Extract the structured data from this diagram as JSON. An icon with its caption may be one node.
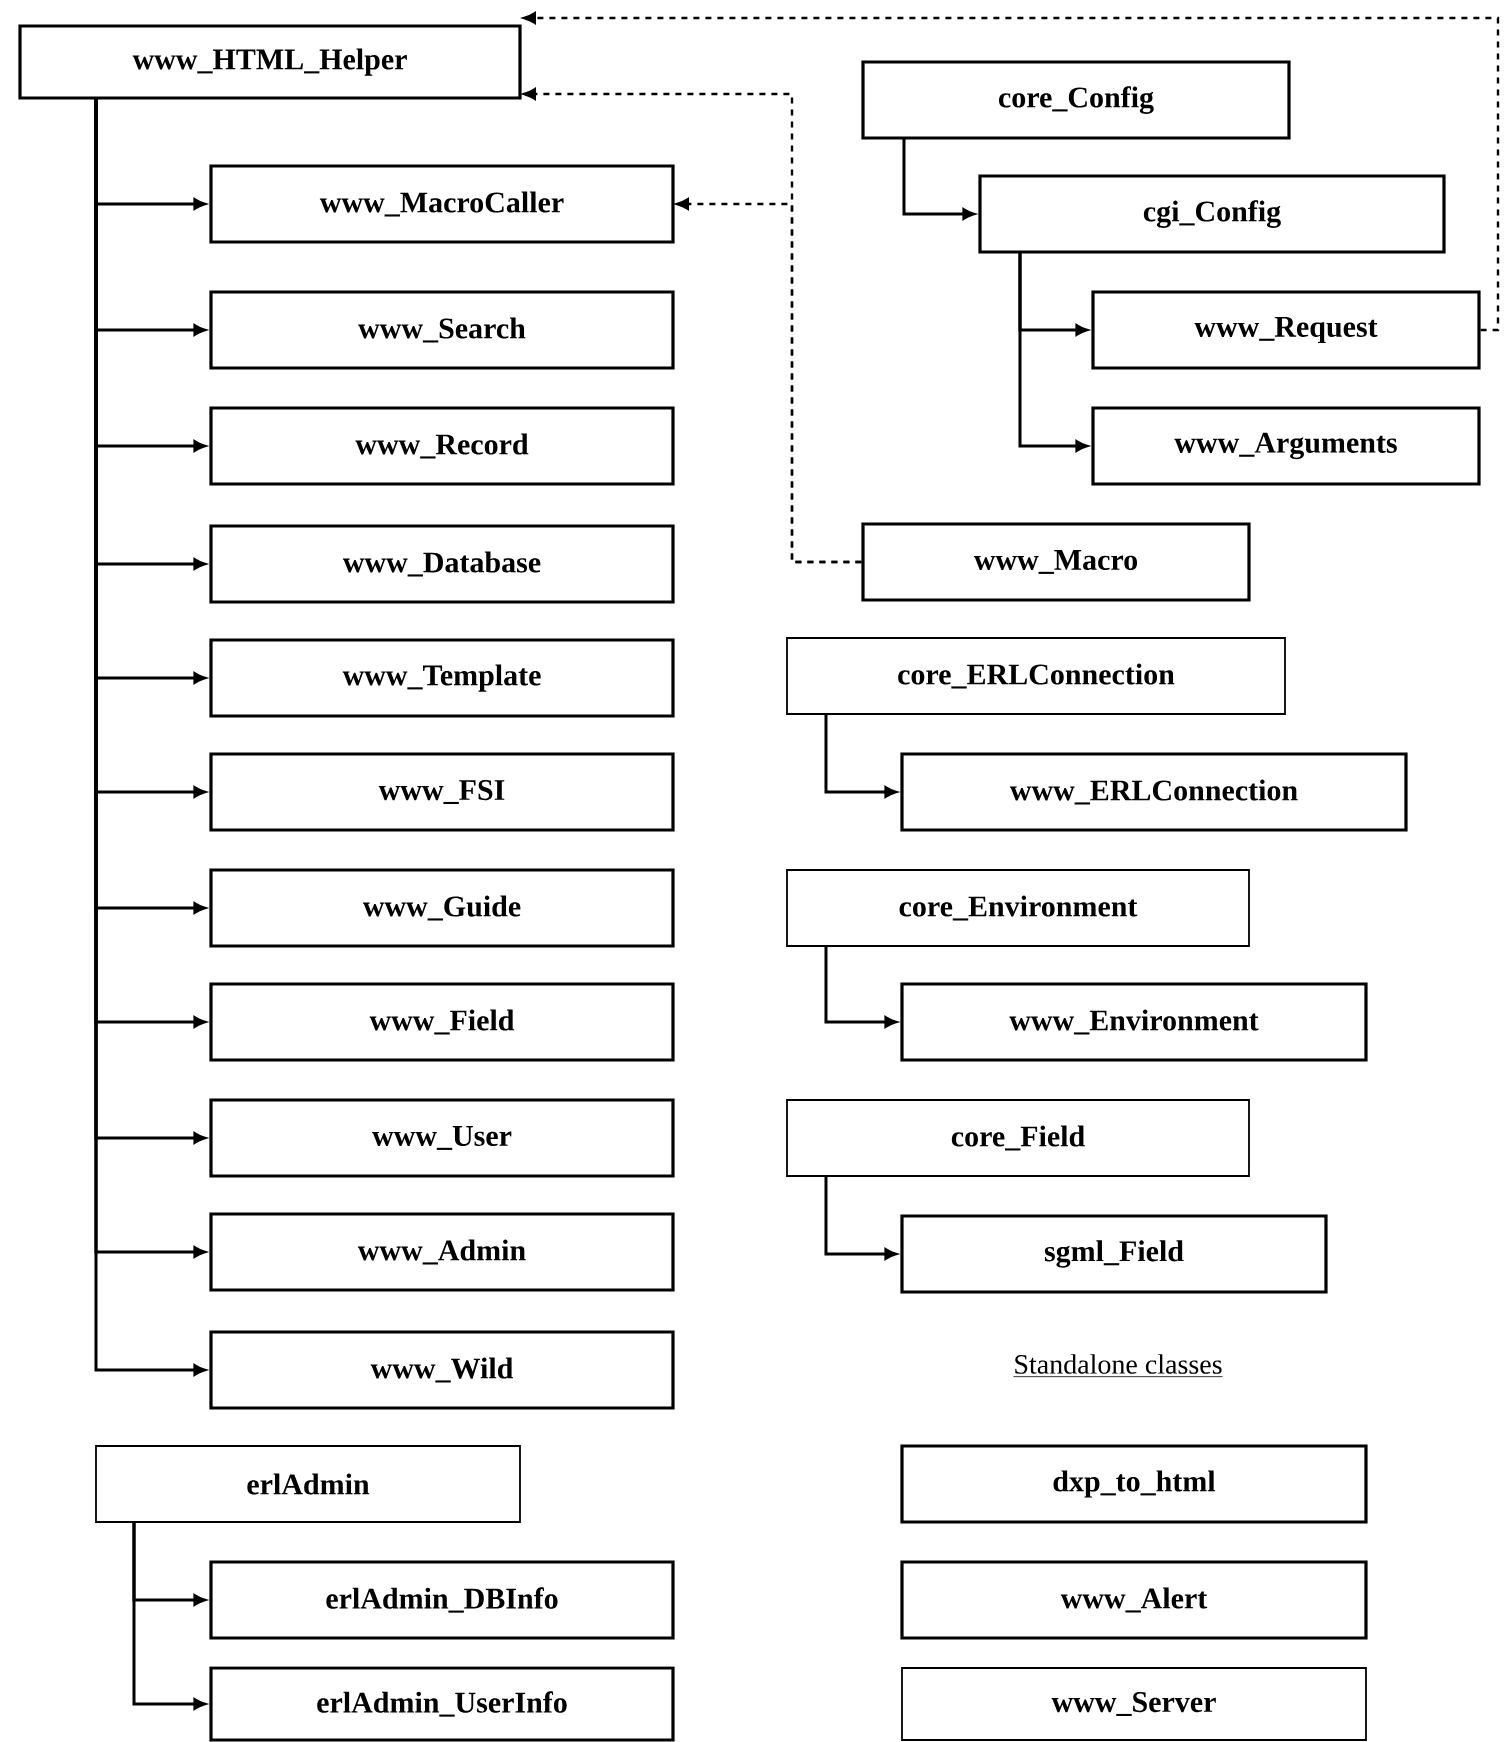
{
  "diagram": {
    "nodes": [
      {
        "text": [
          "www_HTML_Helper"
        ]
      },
      {
        "text": [
          "www_MacroCaller"
        ]
      },
      {
        "text": [
          "www_Search"
        ]
      },
      {
        "text": [
          "www_Record"
        ]
      },
      {
        "text": [
          "www_Database"
        ]
      },
      {
        "text": [
          "www_Template"
        ]
      },
      {
        "text": [
          "www_FSI"
        ]
      },
      {
        "text": [
          "www_Guide"
        ]
      },
      {
        "text": [
          "www_Field"
        ]
      },
      {
        "text": [
          "www_User"
        ]
      },
      {
        "text": [
          "www_Admin"
        ]
      },
      {
        "text": [
          "www_Wild"
        ]
      },
      {
        "text": [
          "core_Config"
        ]
      },
      {
        "text": [
          "cgi_Config"
        ]
      },
      {
        "text": [
          "www_Request"
        ]
      },
      {
        "text": [
          "www_Arguments"
        ]
      },
      {
        "text": [
          "www_Macro"
        ]
      },
      {
        "text": [
          "core_ERLConnection"
        ]
      },
      {
        "text": [
          "www_ERLConnection"
        ]
      },
      {
        "text": [
          "core_Environment"
        ]
      },
      {
        "text": [
          "www_Environment"
        ]
      },
      {
        "text": [
          "core_Field"
        ]
      },
      {
        "text": [
          "sgml_Field"
        ]
      },
      {
        "text": [
          "erlAdmin"
        ]
      },
      {
        "text": [
          "erlAdmin_DBInfo"
        ]
      },
      {
        "text": [
          "erlAdmin_UserInfo"
        ]
      },
      {
        "text": [
          "dxp_to_html"
        ]
      },
      {
        "text": [
          "www_Alert"
        ]
      },
      {
        "text": [
          "www_Server"
        ]
      }
    ],
    "edges": [
      {
        "from": 0,
        "to": 1,
        "arrow": "to"
      },
      {
        "from": 0,
        "to": 2,
        "arrow": "to"
      },
      {
        "from": 0,
        "to": 3,
        "arrow": "to"
      },
      {
        "from": 0,
        "to": 4,
        "arrow": "to"
      },
      {
        "from": 0,
        "to": 5,
        "arrow": "to"
      },
      {
        "from": 0,
        "to": 6,
        "arrow": "to"
      },
      {
        "from": 0,
        "to": 7,
        "arrow": "to"
      },
      {
        "from": 0,
        "to": 8,
        "arrow": "to"
      },
      {
        "from": 0,
        "to": 9,
        "arrow": "to"
      },
      {
        "from": 0,
        "to": 10,
        "arrow": "to"
      },
      {
        "from": 0,
        "to": 11,
        "arrow": "to"
      },
      {
        "from": 12,
        "to": 13,
        "arrow": "to"
      },
      {
        "from": 13,
        "to": 14,
        "arrow": "to"
      },
      {
        "from": 13,
        "to": 15,
        "arrow": "to"
      },
      {
        "from": 17,
        "to": 18,
        "arrow": "to"
      },
      {
        "from": 19,
        "to": 20,
        "arrow": "to"
      },
      {
        "from": 21,
        "to": 22,
        "arrow": "to"
      },
      {
        "from": 23,
        "to": 24,
        "arrow": "to"
      },
      {
        "from": 23,
        "to": 25,
        "arrow": "to"
      },
      {
        "from": 14,
        "to": 0,
        "arrow": "to",
        "style": "dashed"
      },
      {
        "from": 16,
        "to": 0,
        "arrow": "to",
        "style": "dashed"
      },
      {
        "from": 16,
        "to": 1,
        "arrow": "to",
        "style": "dashed"
      }
    ],
    "labels": [
      "Standalone classes"
    ]
  }
}
